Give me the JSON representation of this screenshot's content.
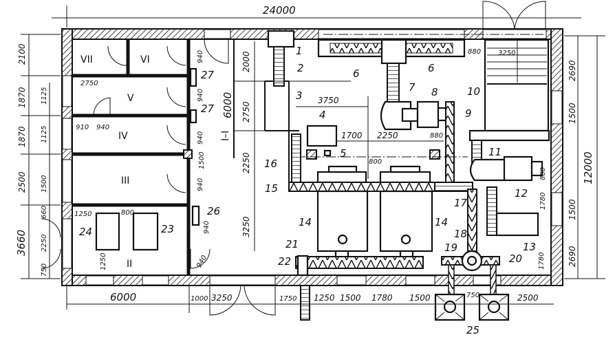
{
  "overall": {
    "length": "24000",
    "width": "12000"
  },
  "rooms": [
    "I–I",
    "II",
    "III",
    "IV",
    "V",
    "VI",
    "VII"
  ],
  "dims": {
    "left_outer": [
      "2100",
      "1870",
      "1870",
      "2500",
      "3660"
    ],
    "left_inner": [
      "1125",
      "1125",
      "1500",
      "660",
      "2250",
      "750"
    ],
    "right": [
      "2690",
      "1500",
      "1500",
      "2690"
    ],
    "bottom": [
      "6000",
      "1000",
      "3250",
      "1750",
      "1250",
      "1500",
      "1780",
      "1500",
      "750",
      "2500"
    ],
    "interior": [
      "2750",
      "910",
      "940",
      "1250",
      "800",
      "1250",
      "940",
      "940",
      "940",
      "1500",
      "940",
      "940",
      "940",
      "6000",
      "2000",
      "2750",
      "2250",
      "3250",
      "3750",
      "1700",
      "2250",
      "880",
      "800",
      "880",
      "3250",
      "880",
      "1780",
      "1780"
    ]
  },
  "callouts": [
    "1",
    "2",
    "3",
    "4",
    "5",
    "6",
    "6",
    "7",
    "8",
    "9",
    "10",
    "11",
    "12",
    "13",
    "14",
    "14",
    "15",
    "16",
    "17",
    "18",
    "19",
    "20",
    "21",
    "22",
    "23",
    "24",
    "25",
    "26",
    "27",
    "27"
  ]
}
